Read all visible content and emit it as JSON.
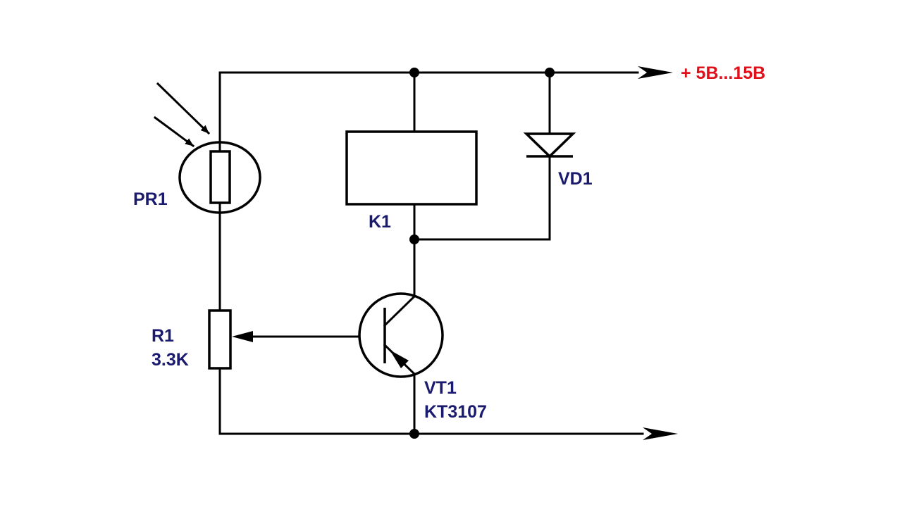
{
  "colors": {
    "wire": "#000000",
    "label_text": "#1a1a6e",
    "supply_text": "#e0101a",
    "background": "#ffffff"
  },
  "labels": {
    "supply": "+ 5B...15B",
    "photoresistor": "PR1",
    "relay": "K1",
    "diode": "VD1",
    "resistor_name": "R1",
    "resistor_value": "3.3K",
    "transistor_name": "VT1",
    "transistor_type": "KT3107"
  }
}
